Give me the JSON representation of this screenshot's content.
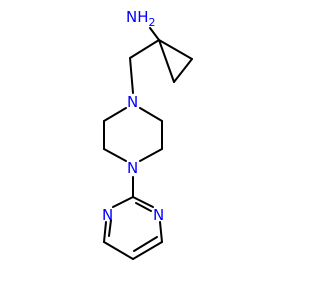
{
  "molecule": {
    "atoms": {
      "amine": "NH2",
      "amine_main": "NH",
      "amine_sub": "2",
      "piperazine_n1": "N",
      "piperazine_n4": "N",
      "pyrimidine_n1": "N",
      "pyrimidine_n3": "N"
    }
  },
  "colors": {
    "bond": "#000000",
    "nitrogen": "#0000ff",
    "background": "#ffffff"
  }
}
